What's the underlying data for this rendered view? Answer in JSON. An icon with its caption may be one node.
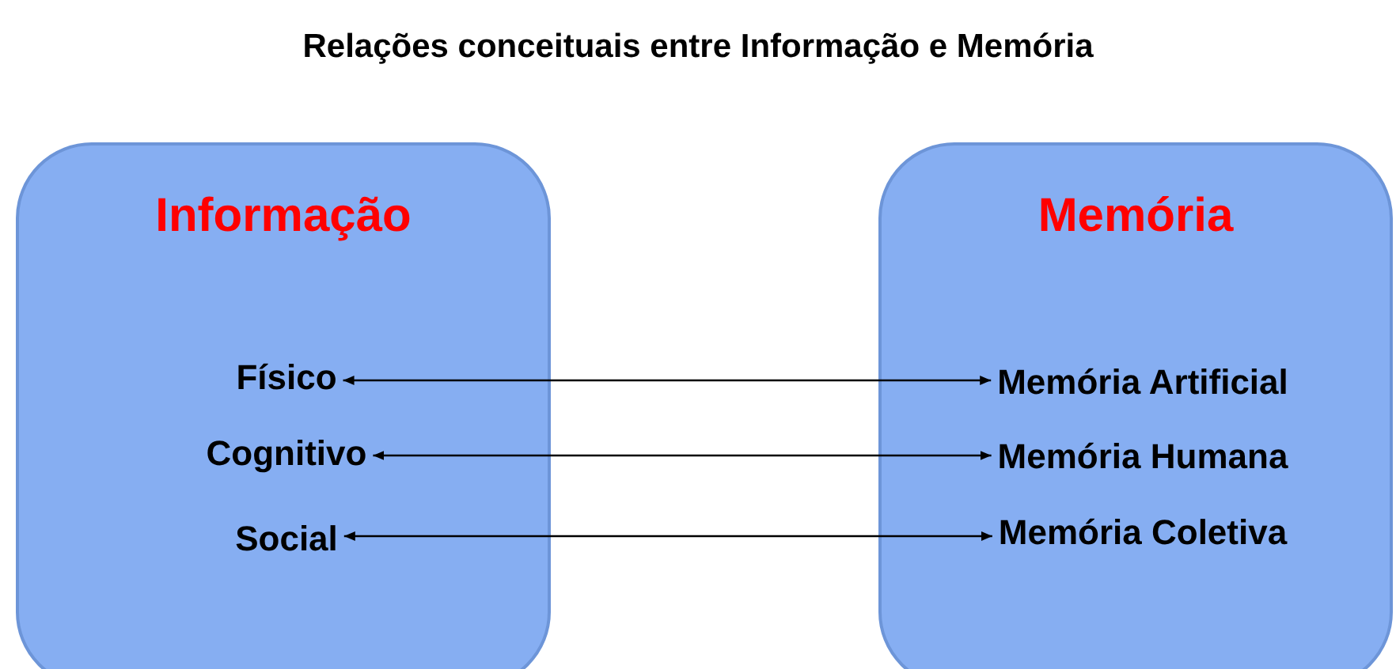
{
  "diagram": {
    "title": "Relações conceituais entre Informação e Memória",
    "nodes": [
      {
        "text": [
          "Informação"
        ]
      },
      {
        "text": [
          "Físico"
        ],
        "in": 0
      },
      {
        "text": [
          "Cognitivo"
        ],
        "in": 0
      },
      {
        "text": [
          "Social"
        ],
        "in": 0
      },
      {
        "text": [
          "Memória"
        ]
      },
      {
        "text": [
          "Memória Artificial"
        ],
        "in": 4
      },
      {
        "text": [
          "Memória Humana"
        ],
        "in": 4
      },
      {
        "text": [
          "Memória Coletiva"
        ],
        "in": 4
      }
    ],
    "edges": [
      {
        "from": 1,
        "to": 5,
        "arrow": "both"
      },
      {
        "from": 2,
        "to": 6,
        "arrow": "both"
      },
      {
        "from": 3,
        "to": 7,
        "arrow": "both"
      }
    ]
  }
}
